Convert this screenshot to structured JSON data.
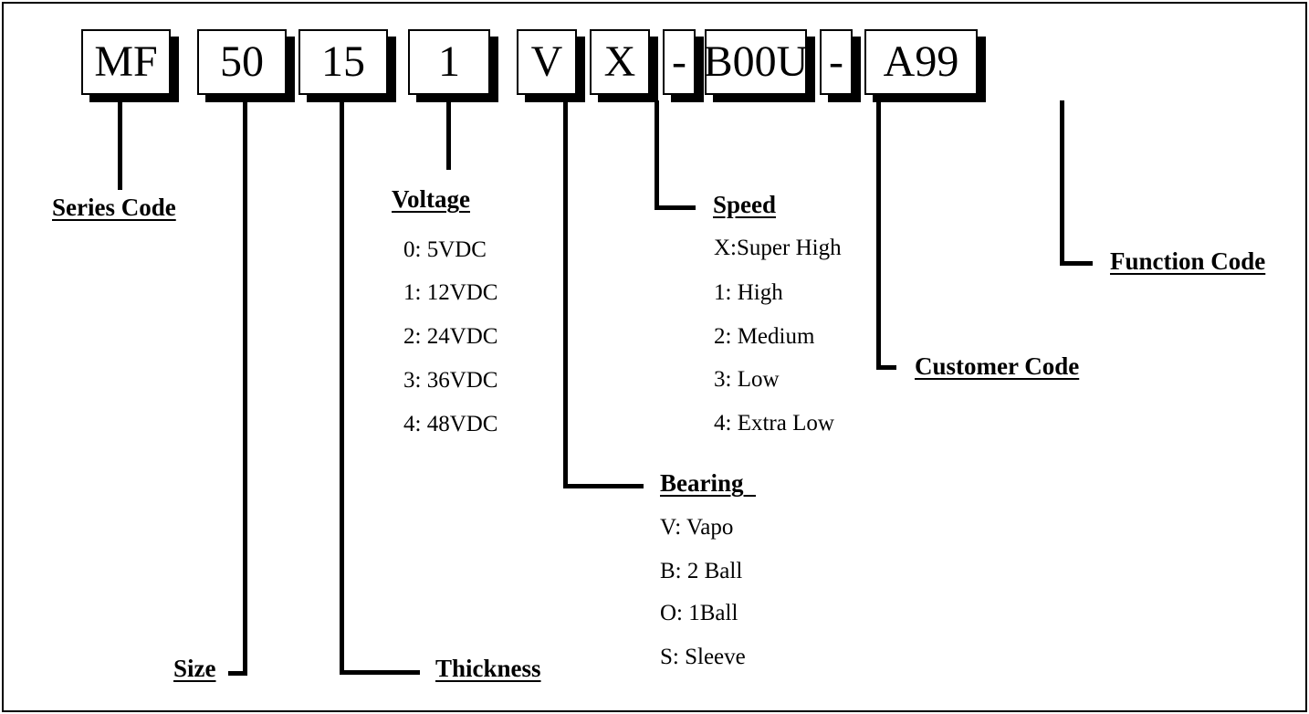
{
  "code_segments": [
    {
      "text": "MF"
    },
    {
      "text": "50"
    },
    {
      "text": "15"
    },
    {
      "text": "1"
    },
    {
      "text": "V"
    },
    {
      "text": "X"
    },
    {
      "text": "-"
    },
    {
      "text": "B00U"
    },
    {
      "text": "-"
    },
    {
      "text": "A99"
    }
  ],
  "labels": {
    "series": "Series Code",
    "size": "Size",
    "thickness": "Thickness",
    "voltage": "Voltage",
    "bearing": "Bearing  ",
    "speed": "Speed",
    "customer": "Customer Code",
    "function": "Function Code"
  },
  "voltage_options": [
    "0: 5VDC",
    "1: 12VDC",
    "2: 24VDC",
    "3: 36VDC",
    "4: 48VDC"
  ],
  "bearing_options": [
    "V: Vapo",
    "B: 2 Ball",
    "O: 1Ball",
    "S: Sleeve"
  ],
  "speed_options": [
    "X:Super High",
    "1: High",
    "2: Medium",
    "3: Low",
    "4: Extra Low"
  ]
}
